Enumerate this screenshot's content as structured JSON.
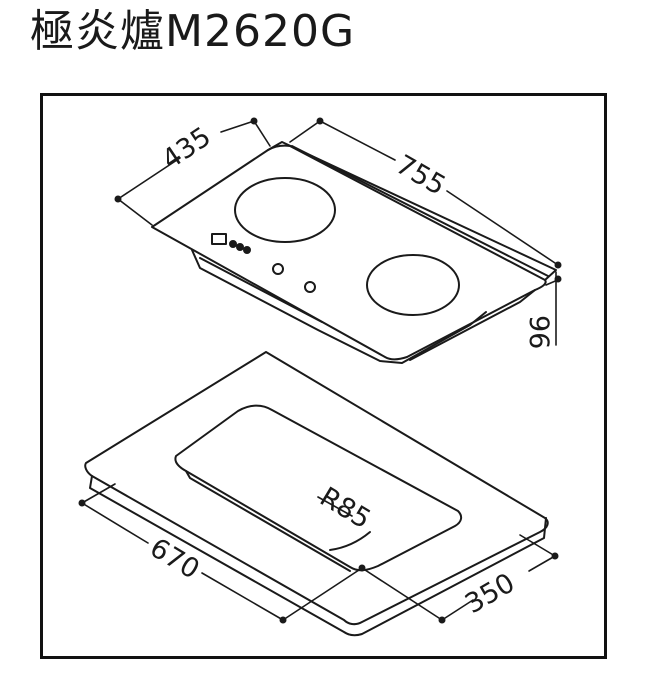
{
  "title": "極炎爐M2620G",
  "dimensions": {
    "cooktop_depth": "435",
    "cooktop_width": "755",
    "cooktop_height": "96",
    "cutout_width": "670",
    "cutout_depth": "350",
    "cutout_radius": "R85"
  },
  "colors": {
    "line": "#1a1a1a",
    "background": "#ffffff"
  }
}
